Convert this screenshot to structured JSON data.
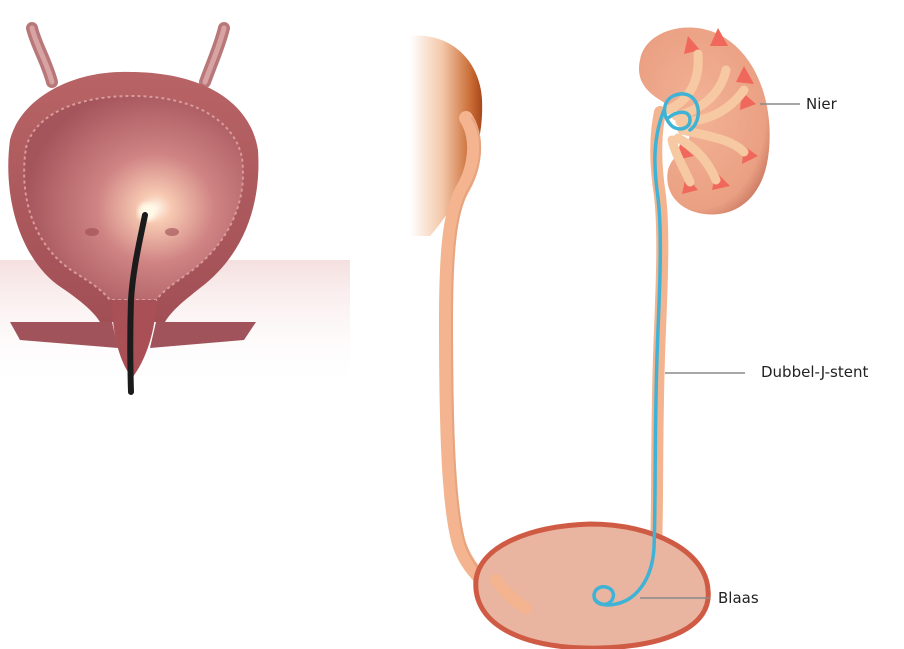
{
  "labels": {
    "kidney": "Nier",
    "stent": "Dubbel-J-stent",
    "bladder": "Blaas"
  },
  "colors": {
    "stent": "#3fb3d6",
    "ureter": "#f3b48f",
    "kidney": "#eea58a",
    "kidney_calyx": "#f0675c",
    "bladder_fill": "#e9b5a0",
    "bladder_wall": "#cf5b44",
    "bladder_wall_left": "#a94f52",
    "leader_line": "#8a8a8a"
  }
}
